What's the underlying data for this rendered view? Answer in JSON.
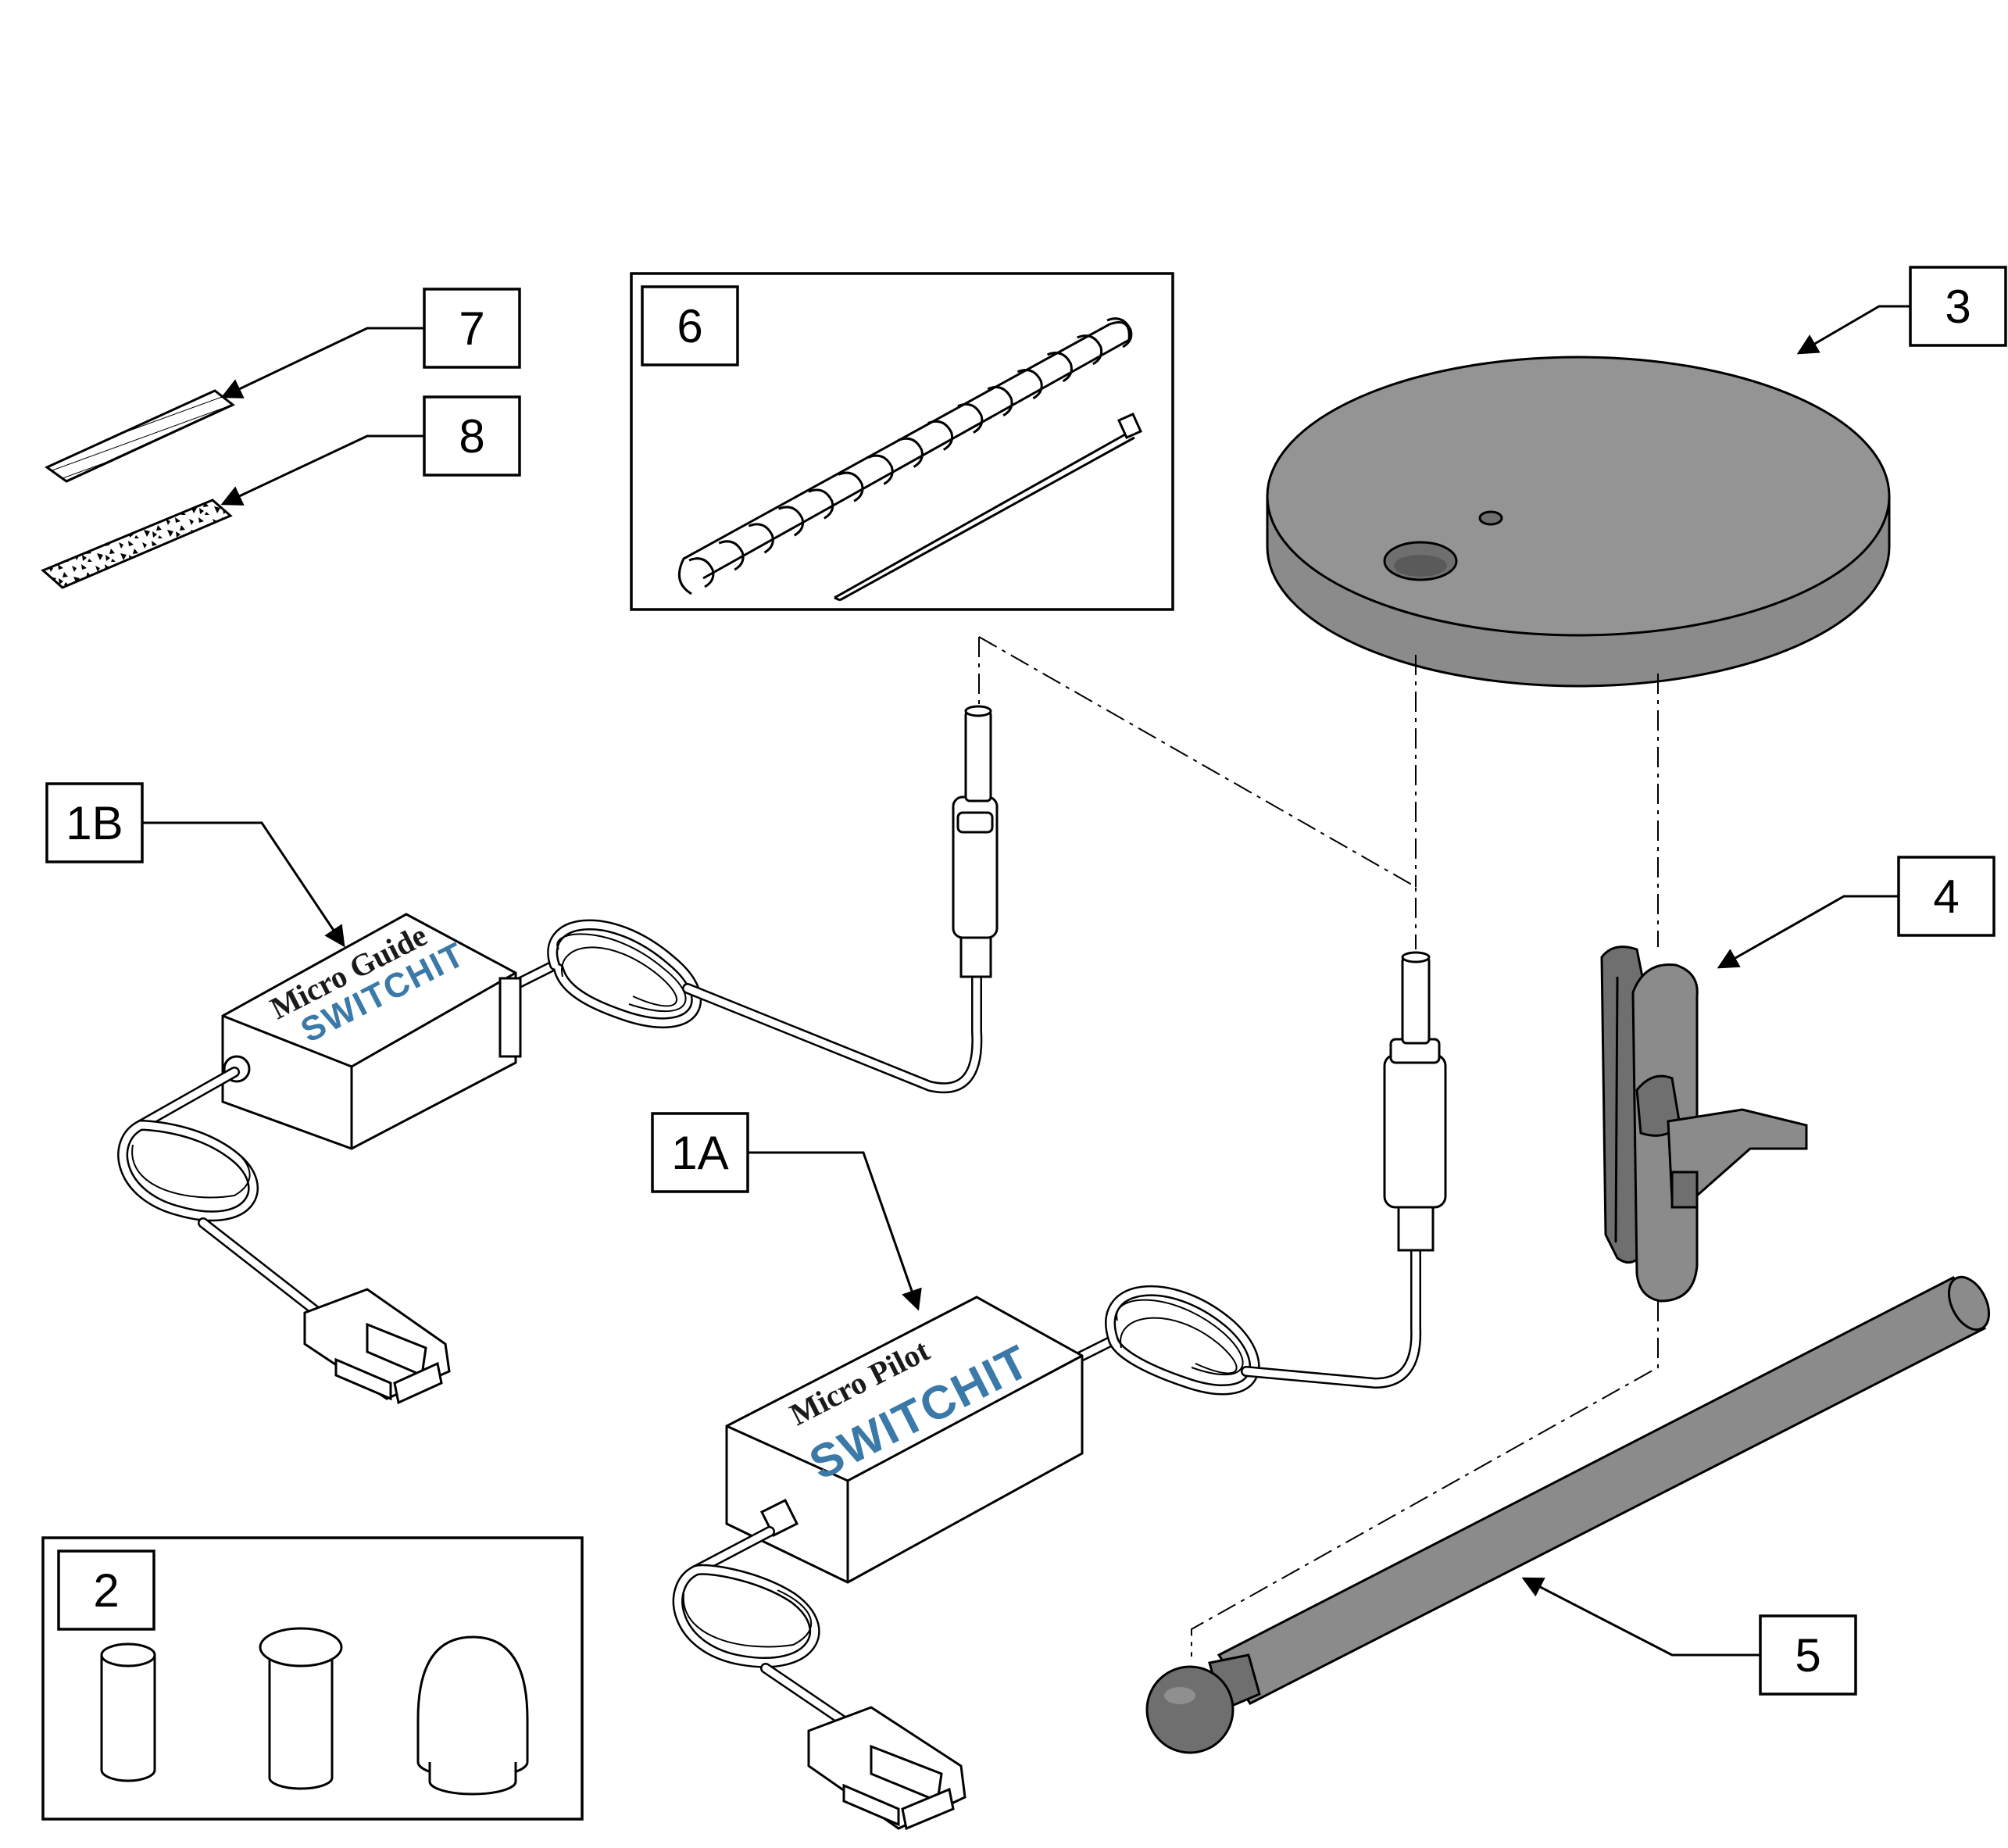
{
  "callouts": {
    "c1a": "1A",
    "c1b": "1B",
    "c2": "2",
    "c3": "3",
    "c4": "4",
    "c5": "5",
    "c6": "6",
    "c7": "7",
    "c8": "8"
  },
  "devices": {
    "micro_guide": {
      "title": "Micro Guide",
      "brand": "SWITCHIT"
    },
    "micro_pilot": {
      "title": "Micro Pilot",
      "brand": "SWITCHIT"
    }
  },
  "colors": {
    "part_gray": "#8b8b8b",
    "logo_blue": "#3a79a8"
  }
}
